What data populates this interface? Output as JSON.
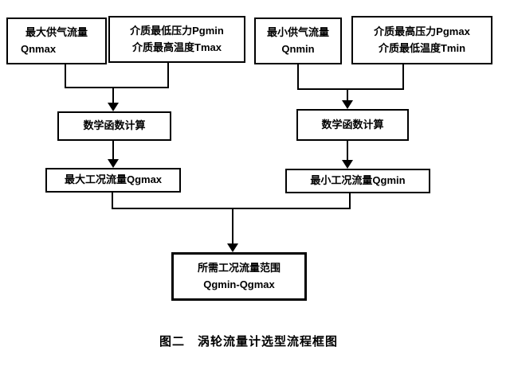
{
  "figure": {
    "caption": "图二　涡轮流量计选型流程框图"
  },
  "nodes": {
    "qnmax": {
      "line1": "最大供气流量",
      "line2": "Qnmax"
    },
    "pgmin_tmax": {
      "line1": "介质最低压力Pgmin",
      "line2": "介质最高温度Tmax"
    },
    "qnmin": {
      "line1": "最小供气流量",
      "line2": "Qnmin"
    },
    "pgmax_tmin": {
      "line1": "介质最高压力Pgmax",
      "line2": "介质最低温度Tmin"
    },
    "math_left": {
      "label": "数学函数计算"
    },
    "math_right": {
      "label": "数学函数计算"
    },
    "qgmax": {
      "label": "最大工况流量Qgmax"
    },
    "qgmin": {
      "label": "最小工况流量Qgmin"
    },
    "result": {
      "line1": "所需工况流量范围",
      "line2": "Qgmin-Qgmax"
    }
  },
  "colors": {
    "line": "#000000",
    "background": "#ffffff",
    "text": "#000000"
  }
}
